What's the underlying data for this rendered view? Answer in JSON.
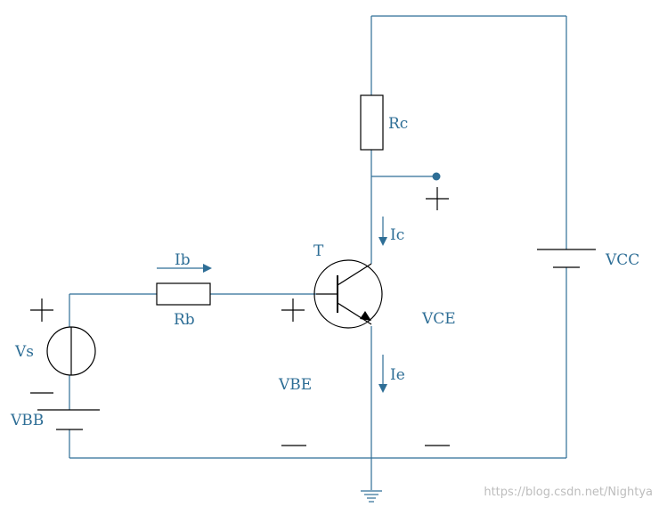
{
  "labels": {
    "vs": "Vs",
    "vbb": "VBB",
    "rb": "Rb",
    "ib": "Ib",
    "transistor": "T",
    "rc": "Rc",
    "ic": "Ic",
    "ie": "Ie",
    "vbe": "VBE",
    "vce": "VCE",
    "vcc": "VCC"
  },
  "watermark": "https://blog.csdn.net/Nightya",
  "colors": {
    "wire": "#2e6e96",
    "symbol": "#000000"
  }
}
